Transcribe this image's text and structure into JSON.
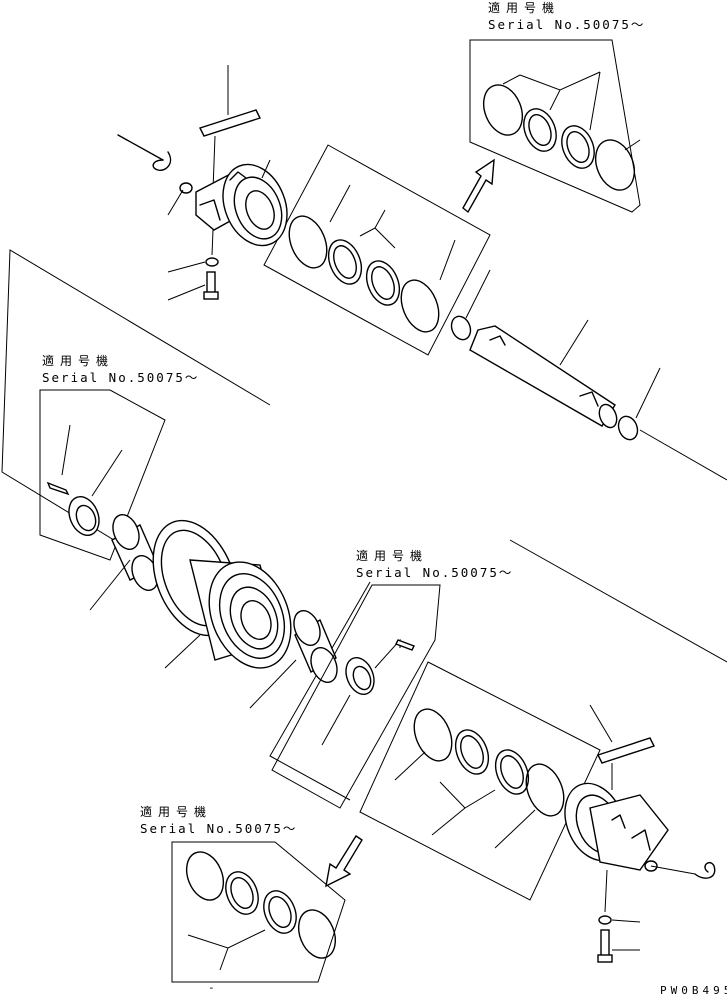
{
  "callouts": [
    {
      "id": "top-right",
      "title": "適用号機",
      "serial": "Serial No.50075～"
    },
    {
      "id": "left",
      "title": "適用号機",
      "serial": "Serial No.50075～"
    },
    {
      "id": "center",
      "title": "適用号機",
      "serial": "Serial No.50075～"
    },
    {
      "id": "bottom-left",
      "title": "適用号機",
      "serial": "Serial No.50075～"
    }
  ],
  "drawing_code": "PW0B495",
  "stray_mark": "-"
}
